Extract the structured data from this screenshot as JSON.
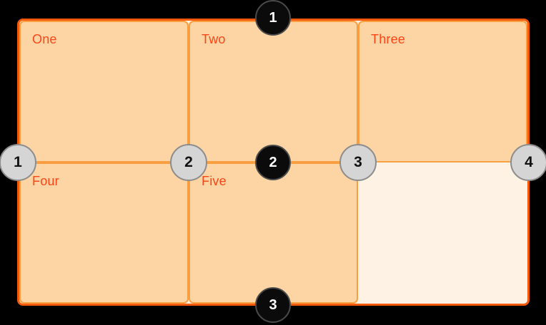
{
  "grid": {
    "columns": 3,
    "rows": 2,
    "cells": [
      {
        "label": "One"
      },
      {
        "label": "Two"
      },
      {
        "label": "Three"
      },
      {
        "label": "Four"
      },
      {
        "label": "Five"
      }
    ]
  },
  "row_line_markers": [
    {
      "label": "1"
    },
    {
      "label": "2"
    },
    {
      "label": "3"
    }
  ],
  "column_line_markers": [
    {
      "label": "1"
    },
    {
      "label": "2"
    },
    {
      "label": "3"
    },
    {
      "label": "4"
    }
  ],
  "colors": {
    "page_background": "#000000",
    "container_border": "#f2590a",
    "container_background": "#fdf2e3",
    "cell_background": "#fdd5a5",
    "cell_border": "#f89f42",
    "cell_label": "#fa4616",
    "row_marker_fill": "#0b0b0b",
    "row_marker_ring": "#4a4a4a",
    "row_marker_text": "#ffffff",
    "column_marker_fill": "#d5d5d5",
    "column_marker_ring": "#8c8c8c",
    "column_marker_text": "#111111"
  }
}
